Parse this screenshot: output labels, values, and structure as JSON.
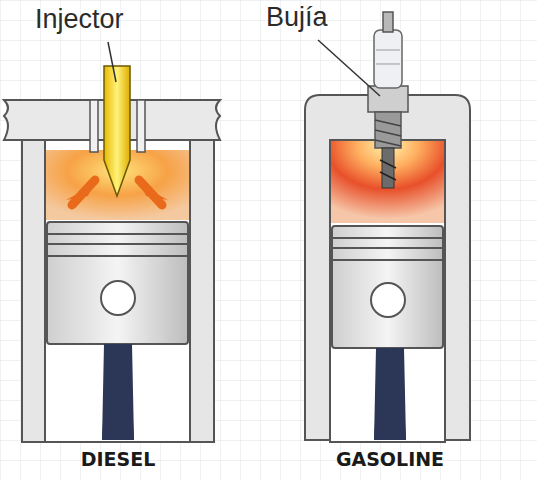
{
  "diagram": {
    "labels": [
      "Injector",
      "Bujía",
      "DIESEL",
      "GASOLINE"
    ]
  }
}
